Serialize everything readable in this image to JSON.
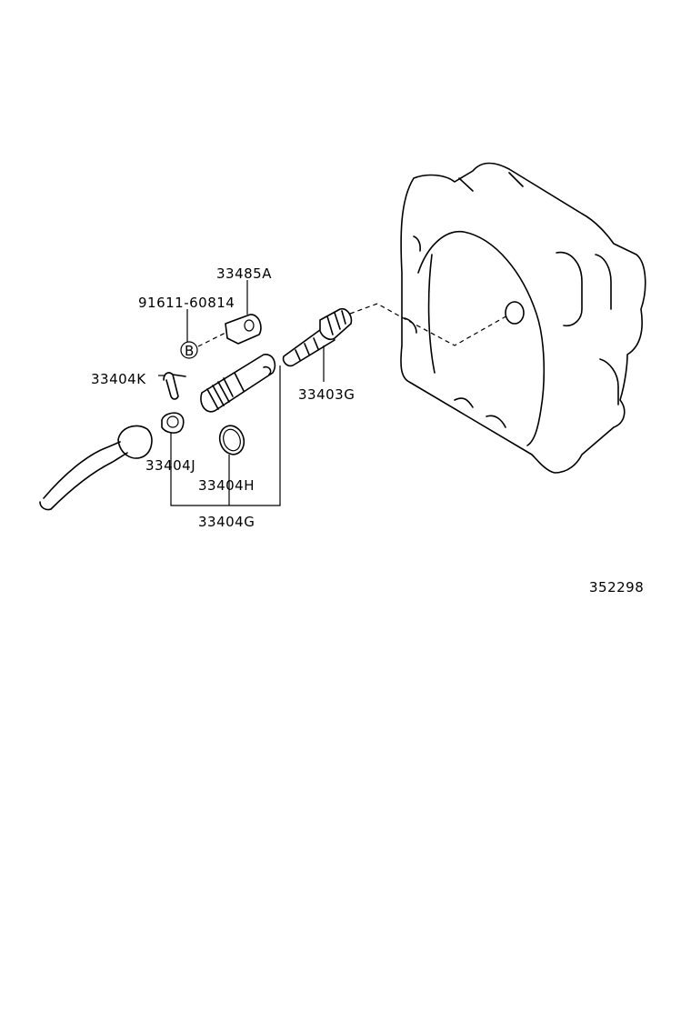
{
  "diagram": {
    "parts": [
      {
        "id": "p-33485A",
        "label": "33485A"
      },
      {
        "id": "p-91611",
        "label": "91611-60814"
      },
      {
        "id": "p-33404K",
        "label": "33404K"
      },
      {
        "id": "p-33403G",
        "label": "33403G"
      },
      {
        "id": "p-33404J",
        "label": "33404J"
      },
      {
        "id": "p-33404H",
        "label": "33404H"
      },
      {
        "id": "p-33404G",
        "label": "33404G"
      }
    ],
    "bolt_marker": "B",
    "diagram_number": "352298"
  }
}
